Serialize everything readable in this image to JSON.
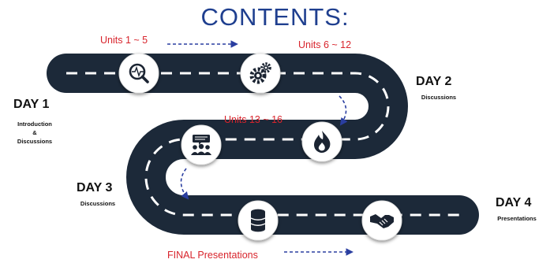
{
  "title": "CONTENTS:",
  "unit_labels": {
    "u1": "Units 1 ~ 5",
    "u2": "Units 6 ~ 12",
    "u3": "Units 13 ~ 16",
    "u4": "FINAL Presentations"
  },
  "days": {
    "d1": {
      "label": "DAY 1",
      "sub": [
        "Introduction",
        "&",
        "Discussions"
      ]
    },
    "d2": {
      "label": "DAY 2",
      "sub": [
        "Discussions"
      ]
    },
    "d3": {
      "label": "DAY 3",
      "sub": [
        "Discussions"
      ]
    },
    "d4": {
      "label": "DAY 4",
      "sub": [
        "Presentations"
      ]
    }
  },
  "icons": [
    "magnifier-pulse-icon",
    "gears-icon",
    "flame-icon",
    "meeting-icon",
    "database-icon",
    "handshake-icon"
  ],
  "colors": {
    "road": "#1c2939",
    "title": "#1f3f8f",
    "units": "#d8242c",
    "arrow": "#2a3ea0"
  }
}
